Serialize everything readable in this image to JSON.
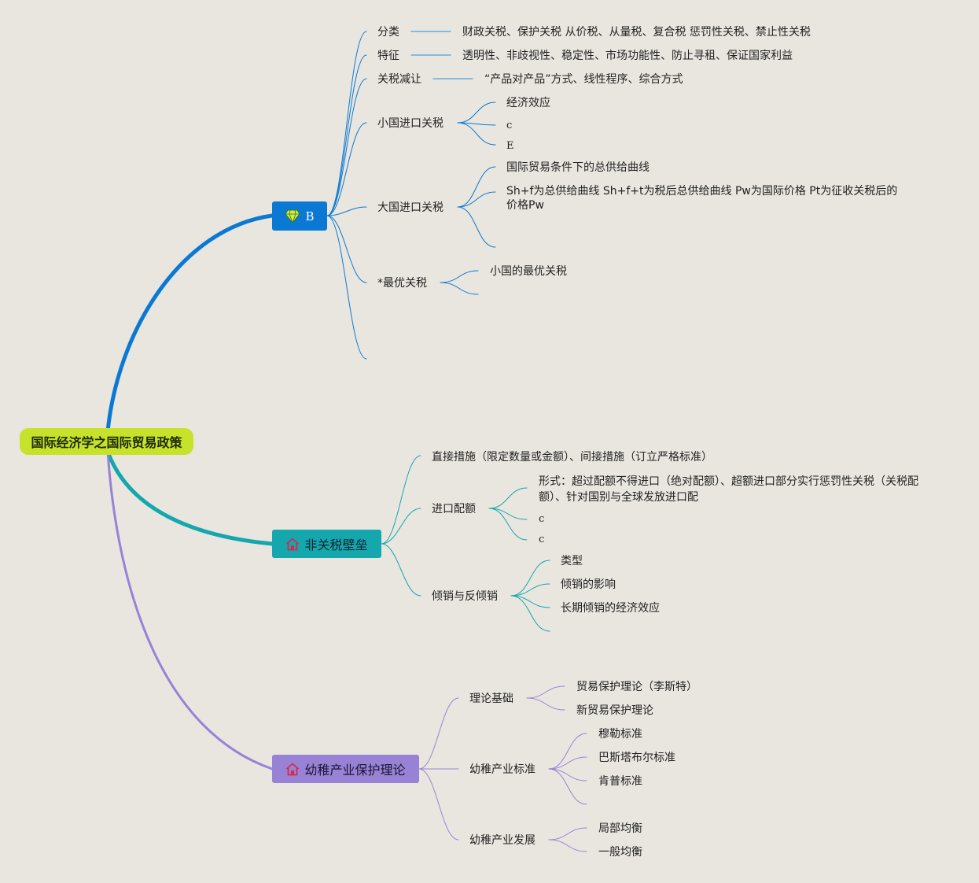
{
  "root": "国际经济学之国际贸易政策",
  "branches": {
    "b1": {
      "label": "B",
      "color": "#0b79d4",
      "icon": "diamond-icon",
      "items": [
        {
          "label": "分类",
          "detail": "财政关税、保护关税 从价税、从量税、复合税 惩罚性关税、禁止性关税"
        },
        {
          "label": "特征",
          "detail": "透明性、非歧视性、稳定性、市场功能性、防止寻租、保证国家利益"
        },
        {
          "label": "关税减让",
          "detail": "“产品对产品”方式、线性程序、综合方式"
        },
        {
          "label": "小国进口关税",
          "children": [
            "经济效应",
            "c",
            "E"
          ]
        },
        {
          "label": "大国进口关税",
          "children": [
            "国际贸易条件下的总供给曲线",
            "Sh+f为总供给曲线 Sh+f+t为税后总供给曲线 Pw为国际价格 Pt为征收关税后的价格Pw"
          ]
        },
        {
          "label": "*最优关税",
          "children": [
            "小国的最优关税"
          ]
        }
      ]
    },
    "b2": {
      "label": "非关税壁垒",
      "color": "#14a7ad",
      "icon": "house-icon",
      "items": [
        {
          "label": "直接措施（限定数量或金额）、间接措施（订立严格标准）"
        },
        {
          "label": "进口配额",
          "children": [
            "形式：超过配额不得进口（绝对配额）、超额进口部分实行惩罚性关税（关税配额）、针对国别与全球发放进口配",
            "c",
            "c"
          ]
        },
        {
          "label": "倾销与反倾销",
          "children": [
            "类型",
            "倾销的影响",
            "长期倾销的经济效应"
          ]
        }
      ]
    },
    "b3": {
      "label": "幼稚产业保护理论",
      "color": "#9882d6",
      "icon": "house-icon",
      "items": [
        {
          "label": "理论基础",
          "children": [
            "贸易保护理论（李斯特）",
            "新贸易保护理论"
          ]
        },
        {
          "label": "幼稚产业标准",
          "children": [
            "穆勒标准",
            "巴斯塔布尔标准",
            "肯普标准"
          ]
        },
        {
          "label": "幼稚产业发展",
          "children": [
            "局部均衡",
            "一般均衡"
          ]
        }
      ]
    }
  },
  "colors": {
    "background": "#e9e6df",
    "root": "#c7e22a",
    "icon_red": "#d62a4a",
    "icon_yellow": "#d9e83a"
  }
}
